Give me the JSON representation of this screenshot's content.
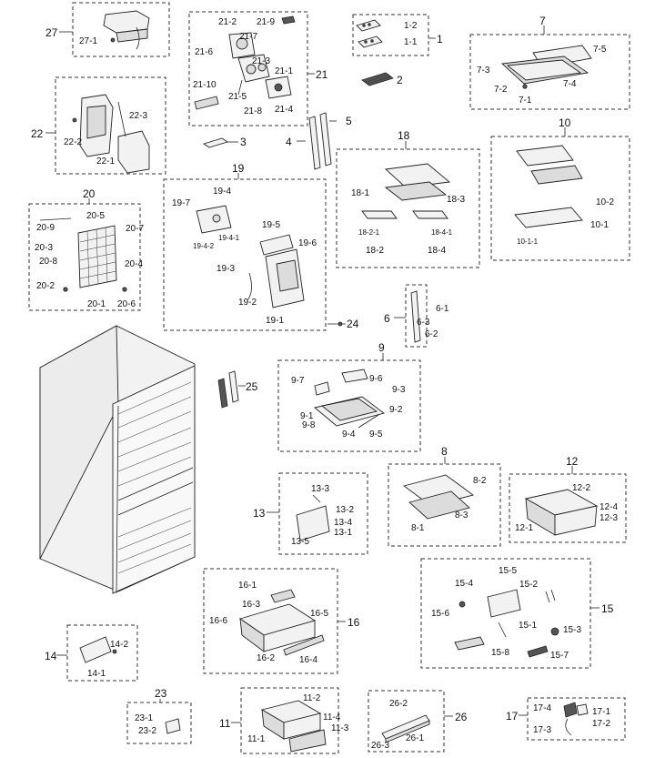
{
  "labels": {
    "l1": "1",
    "l1_1": "1-1",
    "l1_2": "1-2",
    "l2": "2",
    "l3": "3",
    "l4": "4",
    "l5": "5",
    "l6": "6",
    "l6_1": "6-1",
    "l6_2": "6-2",
    "l6_3": "6-3",
    "l7": "7",
    "l7_1": "7-1",
    "l7_2": "7-2",
    "l7_3": "7-3",
    "l7_4": "7-4",
    "l7_5": "7-5",
    "l8": "8",
    "l8_1": "8-1",
    "l8_2": "8-2",
    "l8_3": "8-3",
    "l9": "9",
    "l9_1": "9-1",
    "l9_2": "9-2",
    "l9_3": "9-3",
    "l9_4": "9-4",
    "l9_5": "9-5",
    "l9_6": "9-6",
    "l9_7": "9-7",
    "l9_8": "9-8",
    "l10": "10",
    "l10_1": "10-1",
    "l10_1_1": "10-1-1",
    "l10_2": "10-2",
    "l11": "11",
    "l11_1": "11-1",
    "l11_2": "11-2",
    "l11_3": "11-3",
    "l11_4": "11-4",
    "l12": "12",
    "l12_1": "12-1",
    "l12_2": "12-2",
    "l12_3": "12-3",
    "l12_4": "12-4",
    "l13": "13",
    "l13_1": "13-1",
    "l13_2": "13-2",
    "l13_3": "13-3",
    "l13_4": "13-4",
    "l13_5": "13-5",
    "l14": "14",
    "l14_1": "14-1",
    "l14_2": "14-2",
    "l15": "15",
    "l15_1": "15-1",
    "l15_2": "15-2",
    "l15_3": "15-3",
    "l15_4": "15-4",
    "l15_5": "15-5",
    "l15_6": "15-6",
    "l15_7": "15-7",
    "l15_8": "15-8",
    "l16": "16",
    "l16_1": "16-1",
    "l16_2": "16-2",
    "l16_3": "16-3",
    "l16_4": "16-4",
    "l16_5": "16-5",
    "l16_6": "16-6",
    "l17": "17",
    "l17_1": "17-1",
    "l17_2": "17-2",
    "l17_3": "17-3",
    "l17_4": "17-4",
    "l18": "18",
    "l18_1": "18-1",
    "l18_2": "18-2",
    "l18_2_1": "18-2-1",
    "l18_3": "18-3",
    "l18_4": "18-4",
    "l18_4_1": "18-4-1",
    "l19": "19",
    "l19_1": "19-1",
    "l19_2": "19-2",
    "l19_3": "19-3",
    "l19_4": "19-4",
    "l19_4_1": "19-4-1",
    "l19_4_2": "19-4-2",
    "l19_5": "19-5",
    "l19_6": "19-6",
    "l19_7": "19-7",
    "l20": "20",
    "l20_1": "20-1",
    "l20_2": "20-2",
    "l20_3": "20-3",
    "l20_4": "20-4",
    "l20_5": "20-5",
    "l20_6": "20-6",
    "l20_7": "20-7",
    "l20_8": "20-8",
    "l20_9": "20-9",
    "l21": "21",
    "l21_1": "21-1",
    "l21_2": "21-2",
    "l21_3": "21-3",
    "l21_4": "21-4",
    "l21_5": "21-5",
    "l21_6": "21-6",
    "l21_7": "21-7",
    "l21_8": "21-8",
    "l21_9": "21-9",
    "l21_10": "21-10",
    "l22": "22",
    "l22_1": "22-1",
    "l22_2": "22-2",
    "l22_3": "22-3",
    "l23": "23",
    "l23_1": "23-1",
    "l23_2": "23-2",
    "l24": "24",
    "l25": "25",
    "l26": "26",
    "l26_1": "26-1",
    "l26_2": "26-2",
    "l26_3": "26-3",
    "l27": "27",
    "l27_1": "27-1"
  }
}
